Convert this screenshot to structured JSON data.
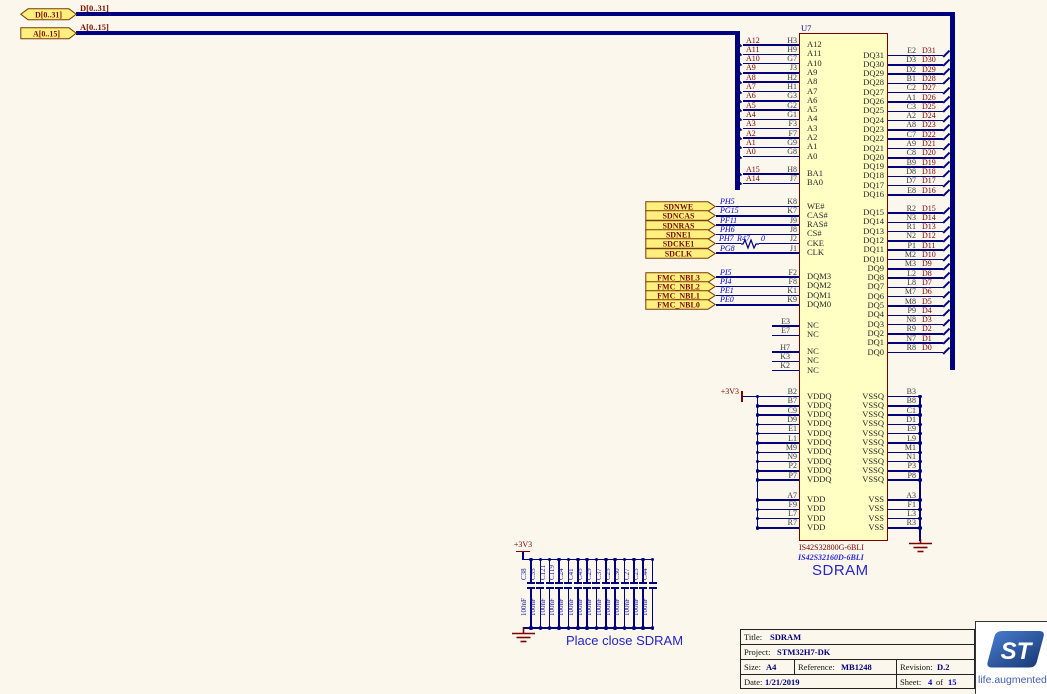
{
  "buses": {
    "d_port": "D[0..31]",
    "d_net": "D[0..31]",
    "a_port": "A[0..15]",
    "a_net": "A[0..15]"
  },
  "power_rail": "+3V3",
  "chip": {
    "designator": "U7",
    "part_number": "IS42S32800G-6BLI",
    "alt_part_number": "IS42S32160D-6BLI",
    "label": "SDRAM",
    "nc_label": "NC",
    "address_rows": [
      {
        "net": "A12",
        "pin": "H3",
        "func": "A12"
      },
      {
        "net": "A11",
        "pin": "H9",
        "func": "A11"
      },
      {
        "net": "A10",
        "pin": "G7",
        "func": "A10"
      },
      {
        "net": "A9",
        "pin": "J3",
        "func": "A9"
      },
      {
        "net": "A8",
        "pin": "H2",
        "func": "A8"
      },
      {
        "net": "A7",
        "pin": "H1",
        "func": "A7"
      },
      {
        "net": "A6",
        "pin": "G3",
        "func": "A6"
      },
      {
        "net": "A5",
        "pin": "G2",
        "func": "A5"
      },
      {
        "net": "A4",
        "pin": "G1",
        "func": "A4"
      },
      {
        "net": "A3",
        "pin": "F3",
        "func": "A3"
      },
      {
        "net": "A2",
        "pin": "F7",
        "func": "A2"
      },
      {
        "net": "A1",
        "pin": "G9",
        "func": "A1"
      },
      {
        "net": "A0",
        "pin": "G8",
        "func": "A0"
      }
    ],
    "bank_rows": [
      {
        "net": "A15",
        "pin": "H8",
        "func": "BA1"
      },
      {
        "net": "A14",
        "pin": "J7",
        "func": "BA0"
      }
    ],
    "control_rows": [
      {
        "port": "SDNWE",
        "net": "PH5",
        "pin": "K8",
        "func": "WE#",
        "series_resistor": false
      },
      {
        "port": "SDNCAS",
        "net": "PG15",
        "pin": "K7",
        "func": "CAS#",
        "series_resistor": false
      },
      {
        "port": "SDNRAS",
        "net": "PF11",
        "pin": "J9",
        "func": "RAS#",
        "series_resistor": false
      },
      {
        "port": "SDNE1",
        "net": "PH6",
        "pin": "J8",
        "func": "CS#",
        "series_resistor": false
      },
      {
        "port": "SDCKE1",
        "net": "PH7",
        "pin": "J2",
        "func": "CKE",
        "series_resistor": true
      },
      {
        "port": "SDCLK",
        "net": "PG8",
        "pin": "J1",
        "func": "CLK",
        "series_resistor": false
      }
    ],
    "dqm_rows": [
      {
        "port": "FMC_NBL3",
        "net": "PI5",
        "pin": "F2",
        "func": "DQM3"
      },
      {
        "port": "FMC_NBL2",
        "net": "PI4",
        "pin": "F8",
        "func": "DQM2"
      },
      {
        "port": "FMC_NBL1",
        "net": "PE1",
        "pin": "K1",
        "func": "DQM1"
      },
      {
        "port": "FMC_NBL0",
        "net": "PE0",
        "pin": "K9",
        "func": "DQM0"
      }
    ],
    "nc_rows_a": [
      {
        "pin": "E3"
      },
      {
        "pin": "E7"
      }
    ],
    "nc_rows_b": [
      {
        "pin": "H7"
      },
      {
        "pin": "K3"
      },
      {
        "pin": "K2"
      }
    ],
    "dq_rows_upper": [
      {
        "func": "DQ31",
        "pin": "E2",
        "net": "D31"
      },
      {
        "func": "DQ30",
        "pin": "D3",
        "net": "D30"
      },
      {
        "func": "DQ29",
        "pin": "D2",
        "net": "D29"
      },
      {
        "func": "DQ28",
        "pin": "B1",
        "net": "D28"
      },
      {
        "func": "DQ27",
        "pin": "C2",
        "net": "D27"
      },
      {
        "func": "DQ26",
        "pin": "A1",
        "net": "D26"
      },
      {
        "func": "DQ25",
        "pin": "C3",
        "net": "D25"
      },
      {
        "func": "DQ24",
        "pin": "A2",
        "net": "D24"
      },
      {
        "func": "DQ23",
        "pin": "A8",
        "net": "D23"
      },
      {
        "func": "DQ22",
        "pin": "C7",
        "net": "D22"
      },
      {
        "func": "DQ21",
        "pin": "A9",
        "net": "D21"
      },
      {
        "func": "DQ20",
        "pin": "C8",
        "net": "D20"
      },
      {
        "func": "DQ19",
        "pin": "B9",
        "net": "D19"
      },
      {
        "func": "DQ18",
        "pin": "D8",
        "net": "D18"
      },
      {
        "func": "DQ17",
        "pin": "D7",
        "net": "D17"
      },
      {
        "func": "DQ16",
        "pin": "E8",
        "net": "D16"
      }
    ],
    "dq_rows_lower": [
      {
        "func": "DQ15",
        "pin": "R2",
        "net": "D15"
      },
      {
        "func": "DQ14",
        "pin": "N3",
        "net": "D14"
      },
      {
        "func": "DQ13",
        "pin": "R1",
        "net": "D13"
      },
      {
        "func": "DQ12",
        "pin": "N2",
        "net": "D12"
      },
      {
        "func": "DQ11",
        "pin": "P1",
        "net": "D11"
      },
      {
        "func": "DQ10",
        "pin": "M2",
        "net": "D10"
      },
      {
        "func": "DQ9",
        "pin": "M3",
        "net": "D9"
      },
      {
        "func": "DQ8",
        "pin": "L2",
        "net": "D8"
      },
      {
        "func": "DQ7",
        "pin": "L8",
        "net": "D7"
      },
      {
        "func": "DQ6",
        "pin": "M7",
        "net": "D6"
      },
      {
        "func": "DQ5",
        "pin": "M8",
        "net": "D5"
      },
      {
        "func": "DQ4",
        "pin": "P9",
        "net": "D4"
      },
      {
        "func": "DQ3",
        "pin": "N8",
        "net": "D3"
      },
      {
        "func": "DQ2",
        "pin": "R9",
        "net": "D2"
      },
      {
        "func": "DQ1",
        "pin": "N7",
        "net": "D1"
      },
      {
        "func": "DQ0",
        "pin": "R8",
        "net": "D0"
      }
    ],
    "vddq_rows": [
      {
        "func": "VDDQ",
        "left_pin": "B2",
        "right_func": "VSSQ",
        "right_pin": "B3"
      },
      {
        "func": "VDDQ",
        "left_pin": "B7",
        "right_func": "VSSQ",
        "right_pin": "B8"
      },
      {
        "func": "VDDQ",
        "left_pin": "C9",
        "right_func": "VSSQ",
        "right_pin": "C1"
      },
      {
        "func": "VDDQ",
        "left_pin": "D9",
        "right_func": "VSSQ",
        "right_pin": "D1"
      },
      {
        "func": "VDDQ",
        "left_pin": "E1",
        "right_func": "VSSQ",
        "right_pin": "E9"
      },
      {
        "func": "VDDQ",
        "left_pin": "L1",
        "right_func": "VSSQ",
        "right_pin": "L9"
      },
      {
        "func": "VDDQ",
        "left_pin": "M9",
        "right_func": "VSSQ",
        "right_pin": "M1"
      },
      {
        "func": "VDDQ",
        "left_pin": "N9",
        "right_func": "VSSQ",
        "right_pin": "N1"
      },
      {
        "func": "VDDQ",
        "left_pin": "P2",
        "right_func": "VSSQ",
        "right_pin": "P3"
      },
      {
        "func": "VDDQ",
        "left_pin": "P7",
        "right_func": "VSSQ",
        "right_pin": "P8"
      }
    ],
    "vdd_rows": [
      {
        "func": "VDD",
        "left_pin": "A7",
        "right_func": "VSS",
        "right_pin": "A3"
      },
      {
        "func": "VDD",
        "left_pin": "F9",
        "right_func": "VSS",
        "right_pin": "F1"
      },
      {
        "func": "VDD",
        "left_pin": "L7",
        "right_func": "VSS",
        "right_pin": "L3"
      },
      {
        "func": "VDD",
        "left_pin": "R7",
        "right_func": "VSS",
        "right_pin": "R3"
      }
    ]
  },
  "resistor": {
    "designator": "R47",
    "value": "0"
  },
  "decoupling": {
    "rail": "+3V3",
    "value": "100nF",
    "designators": [
      "C38",
      "C35",
      "C121",
      "C119",
      "C24",
      "C41",
      "C45",
      "C29",
      "C37",
      "C25",
      "C30",
      "C27",
      "C23",
      "C44"
    ],
    "note": "Place close SDRAM"
  },
  "title_block": {
    "title_label": "Title:",
    "title": "SDRAM",
    "project_label": "Project:",
    "project": "STM32H7-DK",
    "size_label": "Size:",
    "size": "A4",
    "reference_label": "Reference:",
    "reference": "MB1248",
    "revision_label": "Revision:",
    "revision": "D.2",
    "date_label": "Date:",
    "date": "1/21/2019",
    "sheet_label": "Sheet:",
    "sheet": "4",
    "of": "of",
    "total": "15"
  },
  "logo": {
    "monogram": "ST",
    "tagline": "life.augmented"
  }
}
